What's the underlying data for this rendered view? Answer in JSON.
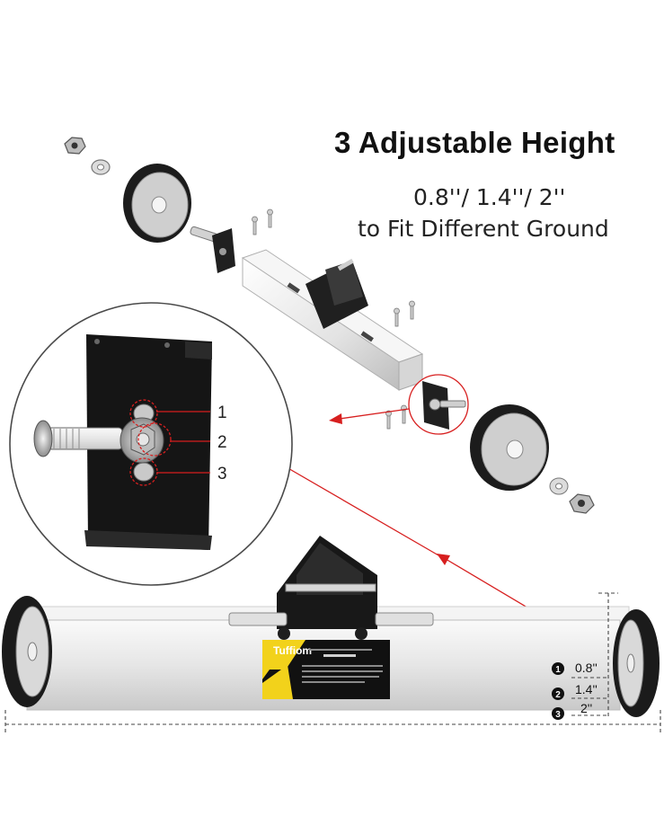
{
  "heading": {
    "title": "3 Adjustable Height",
    "line1": "0.8''/ 1.4''/ 2''",
    "line2": "to Fit Different Ground"
  },
  "callout": {
    "hole_labels": [
      "1",
      "2",
      "3"
    ]
  },
  "product": {
    "brand": "Tuffiom"
  },
  "heights": [
    {
      "num": "1",
      "label": "0.8''"
    },
    {
      "num": "2",
      "label": "1.4''"
    },
    {
      "num": "3",
      "label": "2''"
    }
  ],
  "colors": {
    "accent_red": "#d71f1f",
    "wheel_black": "#1b1b1b",
    "steel": "#e8e8e8",
    "label_yellow": "#f2d21b"
  }
}
